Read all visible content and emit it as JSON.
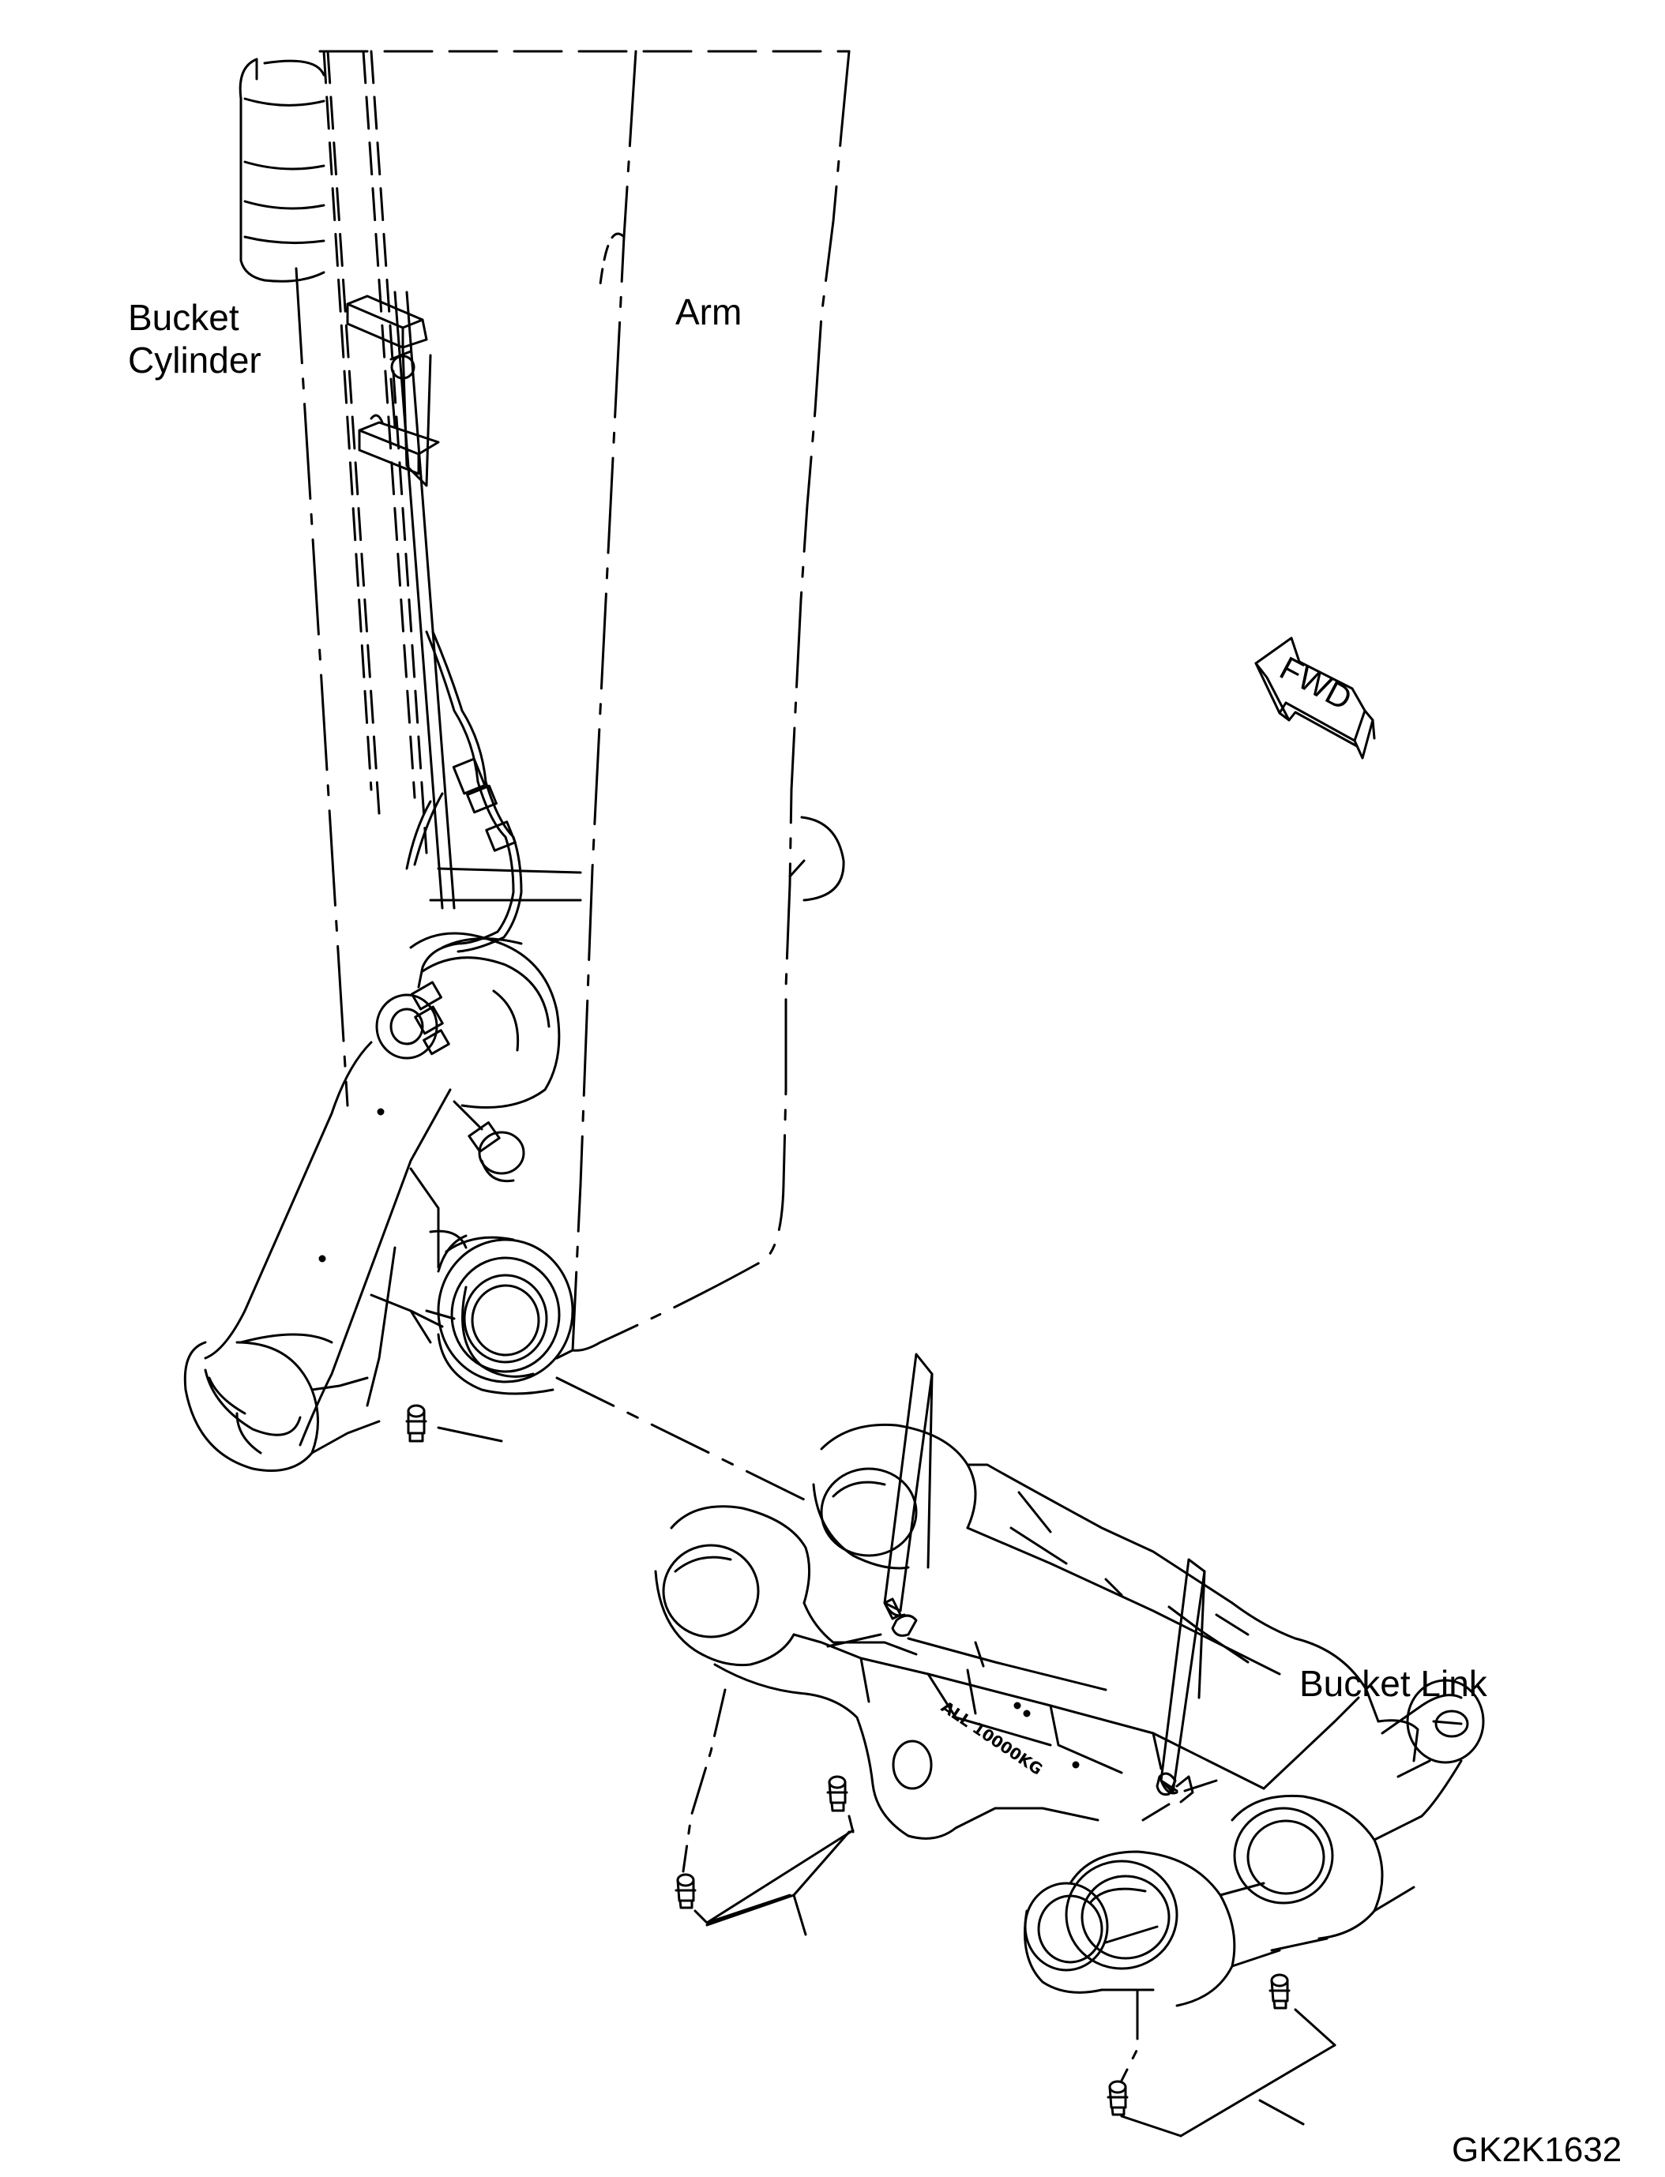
{
  "labels": {
    "bucket_cylinder_line1": "Bucket",
    "bucket_cylinder_line2": "Cylinder",
    "arm": "Arm",
    "bucket_link": "Bucket Link",
    "fwd": "FWD",
    "plate_marking": "ALL 10000KG",
    "drawing_code": "GK2K1632"
  },
  "colors": {
    "line": "#000000",
    "background": "#ffffff"
  },
  "icons": {
    "direction_arrow": "fwd-arrow-icon",
    "fittings": "grease-fitting-icon"
  }
}
